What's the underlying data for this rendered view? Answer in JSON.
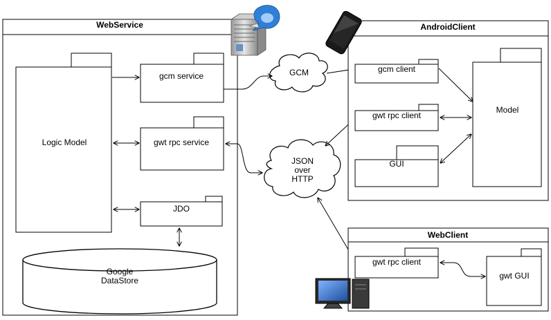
{
  "containers": {
    "webservice": "WebService",
    "androidclient": "AndroidClient",
    "webclient": "WebClient"
  },
  "webservice_packages": {
    "logic_model": "Logic Model",
    "gcm_service": "gcm service",
    "gwt_rpc_service": "gwt rpc service",
    "jdo": "JDO"
  },
  "datastore": {
    "line1": "Google",
    "line2": "DataStore"
  },
  "clouds": {
    "gcm": "GCM",
    "json_line1": "JSON",
    "json_line2": "over",
    "json_line3": "HTTP"
  },
  "android_packages": {
    "gcm_client": "gcm client",
    "gwt_rpc_client": "gwt rpc client",
    "gui": "GUI",
    "model": "Model"
  },
  "webclient_packages": {
    "gwt_rpc_client": "gwt rpc client",
    "gwt_gui": "gwt GUI"
  },
  "icons": {
    "server": "server-icon",
    "phone": "smartphone-icon",
    "desktop": "desktop-computer-icon"
  },
  "colors": {
    "line": "#000000",
    "background": "#ffffff",
    "icon_blue": "#2f7fd6"
  }
}
